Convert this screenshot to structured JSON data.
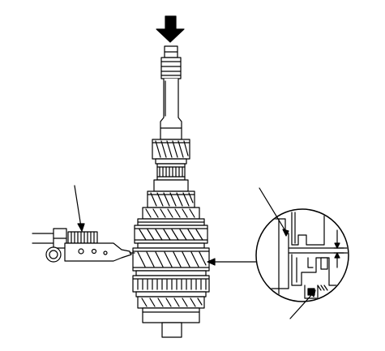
{
  "diagram": {
    "background": "#ffffff",
    "line_color": "#000000",
    "labels": [],
    "parts": {
      "press_arrow": "downward-force-arrow",
      "shaft": "transmission-mainshaft",
      "gear_stack": "gear-assembly",
      "indicator": "dial-indicator",
      "detail": "magnified-clearance-detail"
    }
  }
}
